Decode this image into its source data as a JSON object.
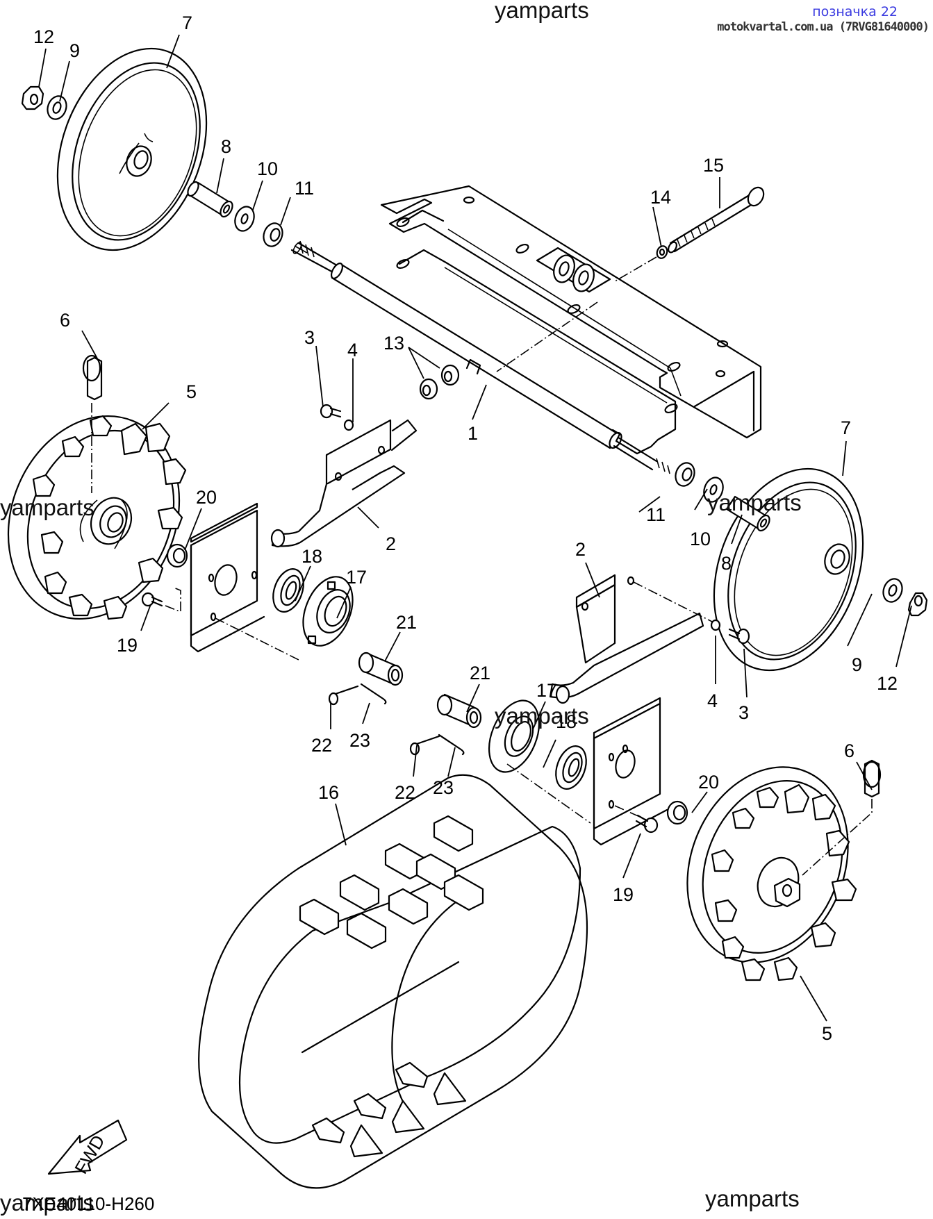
{
  "header": {
    "reference_label": "позначка 22",
    "source_line": "motokvartal.com.ua (7RVG81640000)"
  },
  "watermarks": [
    "yamparts",
    "yamparts",
    "yamparts",
    "yamparts",
    "yamparts",
    "yamparts"
  ],
  "diagram_code": "7XE40110-H260",
  "direction_label": "FWD",
  "callouts": {
    "c1": "1",
    "c2a": "2",
    "c2b": "2",
    "c3a": "3",
    "c3b": "3",
    "c4a": "4",
    "c4b": "4",
    "c5a": "5",
    "c5b": "5",
    "c6a": "6",
    "c6b": "6",
    "c7a": "7",
    "c7b": "7",
    "c8a": "8",
    "c8b": "8",
    "c9a": "9",
    "c9b": "9",
    "c10a": "10",
    "c10b": "10",
    "c11a": "11",
    "c11b": "11",
    "c12a": "12",
    "c12b": "12",
    "c13": "13",
    "c14": "14",
    "c15": "15",
    "c16": "16",
    "c17a": "17",
    "c17b": "17",
    "c18a": "18",
    "c18b": "18",
    "c19a": "19",
    "c19b": "19",
    "c20a": "20",
    "c20b": "20",
    "c21a": "21",
    "c21b": "21",
    "c22a": "22",
    "c22b": "22",
    "c23a": "23",
    "c23b": "23"
  }
}
